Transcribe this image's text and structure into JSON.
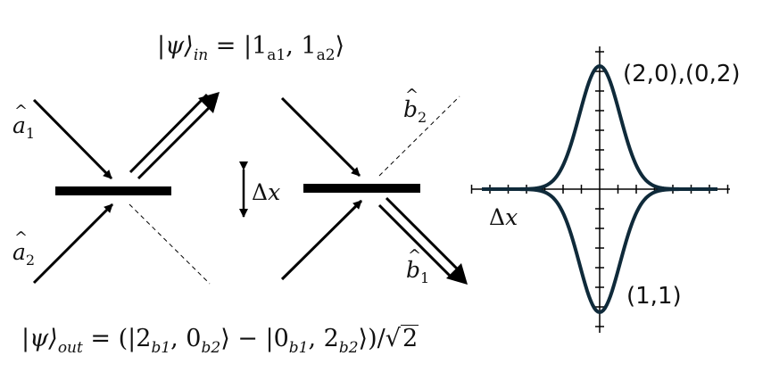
{
  "equations": {
    "input": {
      "lhs": "|ψ⟩",
      "lhs_sub": "in",
      "eq": " = |1",
      "s1": "a1",
      "mid": ", 1",
      "s2": "a2",
      "end": "⟩"
    },
    "output": {
      "lhs": "|ψ⟩",
      "lhs_sub": "out",
      "p1": " = (|2",
      "s1": "b1",
      "p2": ", 0",
      "s2": "b2",
      "p3": "⟩ − |0",
      "s3": "b1",
      "p4": ", 2",
      "s4": "b2",
      "p5": "⟩)/",
      "sqrt": "√",
      "root": "2"
    }
  },
  "operators": {
    "a1": {
      "base": "a",
      "sub": "1"
    },
    "a2": {
      "base": "a",
      "sub": "2"
    },
    "b1": {
      "base": "b",
      "sub": "1"
    },
    "b2": {
      "base": "b",
      "sub": "2"
    }
  },
  "displacement_label": "Δx",
  "plot": {
    "axis_label": "Δx",
    "label_top": "(2,0),(0,2)",
    "label_bottom": "(1,1)",
    "curve_color": "#0f2a3a"
  }
}
